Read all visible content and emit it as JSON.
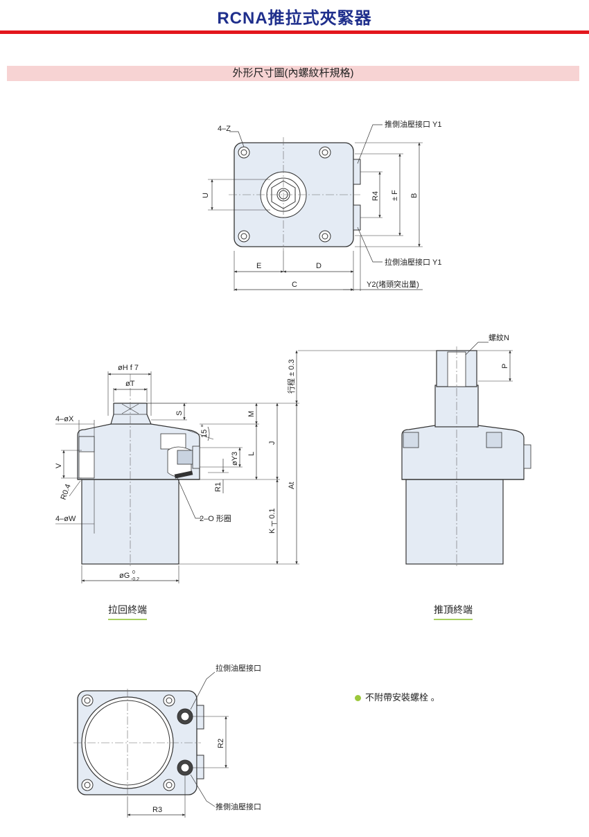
{
  "header": {
    "title": "RCNA推拉式夾緊器"
  },
  "section": {
    "title": "外形尺寸圖(內螺紋杆規格)"
  },
  "top_view": {
    "labels": {
      "z": "4–Z",
      "y1_push": "推側油壓接口 Y1",
      "y1_pull": "拉側油壓接口 Y1",
      "u": "U",
      "r4": "R4",
      "f": "± F",
      "b": "B",
      "e": "E",
      "d": "D",
      "c": "C",
      "y2": "Y2(堵頭突出量)"
    }
  },
  "side_view": {
    "labels": {
      "h": "øH f 7",
      "t": "øT",
      "x": "4–øX",
      "s": "S",
      "m": "M",
      "angle": "15 °",
      "j": "J",
      "stroke": "行程 ± 0.3",
      "v": "V",
      "y3": "øY3",
      "l": "L",
      "r04": "R0.4",
      "r1": "R1",
      "at": "At",
      "w": "4–øW",
      "oring": "2–O 形圈",
      "k": "K ┬ 0.1",
      "g": "øG",
      "g_tol_upper": "0",
      "g_tol_lower": "-0.2"
    },
    "caption": "拉回終端"
  },
  "extended_view": {
    "labels": {
      "n": "螺紋N",
      "p": "P"
    },
    "caption": "推頂終端"
  },
  "bottom_view": {
    "labels": {
      "pull_port": "拉側油壓接口",
      "push_port": "推側油壓接口",
      "r2": "R2",
      "r3": "R3"
    }
  },
  "note": {
    "text": "不附帶安裝螺栓 。"
  },
  "colors": {
    "title": "#1f2f8c",
    "accent_red": "#e3171d",
    "banner": "#f7d3d3",
    "body_fill": "#e4ebf4",
    "green_accent": "#a8d05f"
  }
}
